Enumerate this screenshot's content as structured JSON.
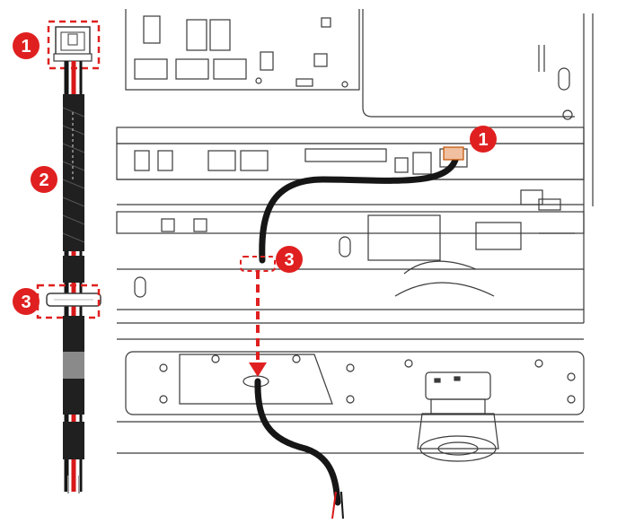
{
  "callouts": {
    "connector": "1",
    "cable_sheath": "2",
    "grommet": "3"
  },
  "colors": {
    "callout_red": "#e02020",
    "cable_black": "#161616",
    "wire_red": "#d81818",
    "line_gray": "#3a3a3a",
    "light_gray": "#8a8a8a"
  }
}
